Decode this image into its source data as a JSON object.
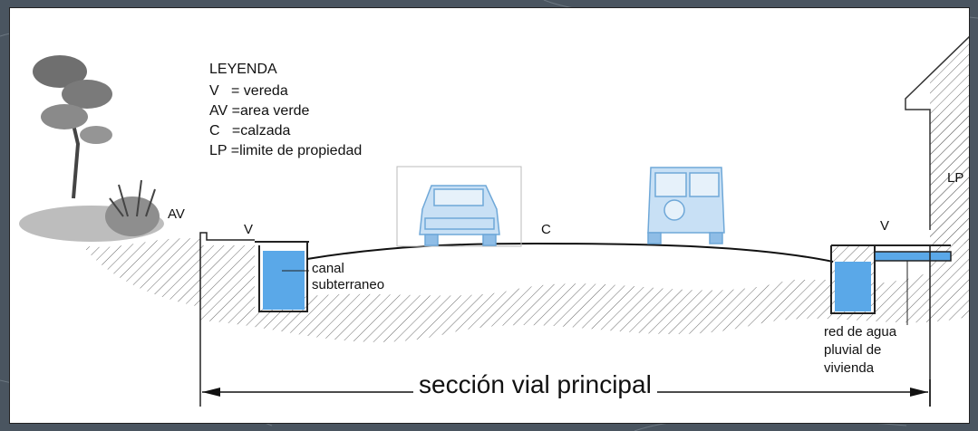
{
  "legend": {
    "title": "LEYENDA",
    "items": [
      "V   = vereda",
      "AV =area verde",
      "C   =calzada",
      "LP =limite de propiedad"
    ]
  },
  "labels": {
    "av": "AV",
    "v_left": "V",
    "c": "C",
    "v_right": "V",
    "lp": "LP",
    "canal_line1": "canal",
    "canal_line2": "subterraneo",
    "red_line1": "red de agua",
    "red_line2": "pluvial de",
    "red_line3": "vivienda"
  },
  "section_title": "sección vial principal",
  "colors": {
    "water": "#5aa8e8",
    "car": "#9cc8ec",
    "hatch": "#555555",
    "background": "#4a5560"
  },
  "icons": [
    "tree-icon",
    "shrub-icon",
    "sedan-car-icon",
    "suv-car-icon",
    "dimension-arrow-left-icon",
    "dimension-arrow-right-icon"
  ]
}
